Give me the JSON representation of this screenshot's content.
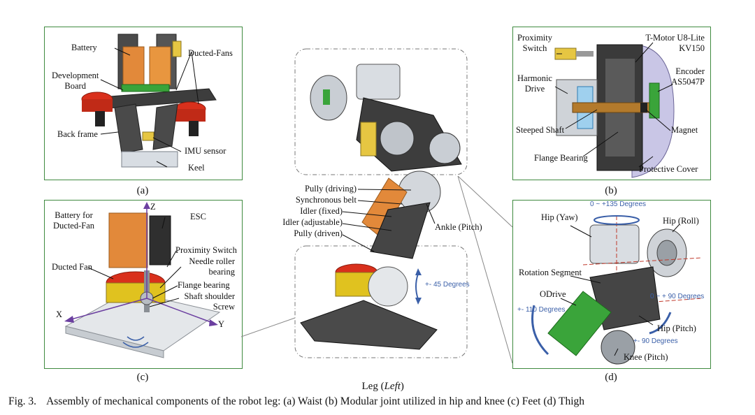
{
  "panel_a": {
    "caption": "(a)",
    "labels": {
      "battery": "Battery",
      "ducted_fans": "Ducted-Fans",
      "development_board": "Development\nBoard",
      "back_frame": "Back frame",
      "imu_sensor": "IMU sensor",
      "keel": "Keel"
    }
  },
  "panel_b": {
    "caption": "(b)",
    "labels": {
      "proximity_switch": "Proximity\nSwitch",
      "t_motor": "T-Motor U8-Lite\nKV150",
      "harmonic_drive": "Harmonic\nDrive",
      "encoder": "Encoder\nAS5047P",
      "steeped_shaft": "Steeped Shaft",
      "magnet": "Magnet",
      "flange_bearing": "Flange Bearing",
      "protective_cover": "Protective Cover"
    }
  },
  "panel_c": {
    "caption": "(c)",
    "labels": {
      "z_axis": "Z",
      "battery_for_fan": "Battery for\nDucted-Fan",
      "esc": "ESC",
      "proximity_switch": "Proximity Switch",
      "needle_roller": "Needle roller\nbearing",
      "ducted_fan": "Ducted Fan",
      "flange_bearing": "Flange bearing",
      "shaft_shoulder": "Shaft shoulder\nScrew",
      "x_axis": "X",
      "y_axis": "Y"
    }
  },
  "panel_d": {
    "caption": "(d)",
    "labels": {
      "yaw_range": "0 ~ +135 Degrees",
      "hip_yaw": "Hip (Yaw)",
      "hip_roll": "Hip (Roll)",
      "rotation_segment": "Rotation Segment",
      "odrive": "ODrive",
      "roll_range": "0 ~ + 90 Degrees",
      "knee_range": "+- 110 Degrees",
      "hip_pitch": "Hip (Pitch)",
      "pitch_range": "+- 90 Degrees",
      "knee_pitch": "Knee (Pitch)"
    }
  },
  "leg": {
    "caption_prefix": "Leg (",
    "caption_italic": "Left",
    "caption_suffix": ")",
    "labels": {
      "pully_driving": "Pully (driving)",
      "synchronous_belt": "Synchronous belt",
      "idler_fixed": "Idler (fixed)",
      "idler_adjustable": "Idler (adjustable)",
      "pully_driven": "Pully (driven)",
      "ankle_pitch": "Ankle (Pitch)",
      "ankle_range": "+- 45 Degrees"
    }
  },
  "figure_caption": {
    "number": "Fig. 3.",
    "text": "Assembly of mechanical components of the robot leg: (a) Waist (b) Modular joint utilized in hip and knee (c) Feet (d) Thigh"
  },
  "colors": {
    "panel_border": "#3f8a3f",
    "annotation_blue": "#3a5fa8",
    "fan_red": "#d9301c",
    "battery_orange": "#e2893a",
    "pcb_green": "#3aa43a",
    "carbon_gray": "#4a4a4a"
  }
}
